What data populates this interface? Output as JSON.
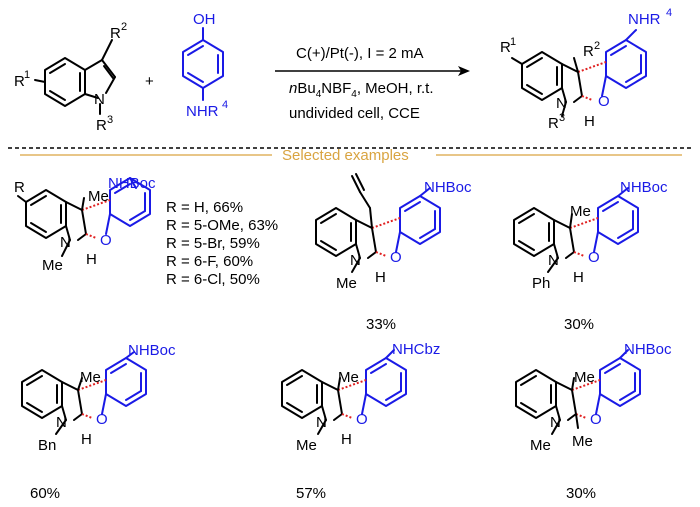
{
  "reaction": {
    "indole_labels": {
      "r1": "R",
      "r1_sup": "1",
      "r2": "R",
      "r2_sup": "2",
      "n": "N",
      "r3": "R",
      "r3_sup": "3"
    },
    "plus": "+",
    "phenol_labels": {
      "oh": "OH",
      "nh": "NHR",
      "nh_sup": "4"
    },
    "conditions": {
      "line1": "C(+)/Pt(-), I = 2 mA",
      "line2_prefix": "n",
      "line2_main": "Bu",
      "line2_sub1": "4",
      "line2_mid": "NBF",
      "line2_sub2": "4",
      "line2_rest": ", MeOH, r.t.",
      "line3": "undivided cell, CCE"
    },
    "product_labels": {
      "nhr": "NHR",
      "nhr_sup": "4",
      "r1": "R",
      "r1_sup": "1",
      "r2": "R",
      "r2_sup": "2",
      "n": "N",
      "r3": "R",
      "r3_sup": "3",
      "o": "O",
      "h": "H"
    }
  },
  "section_title": "Selected examples",
  "examples": [
    {
      "top": "NHBoc",
      "me": "Me",
      "n": "N",
      "o": "O",
      "h": "H",
      "nsub": "Me",
      "r": "R",
      "r_list": [
        "R = H, 66%",
        "R = 5-OMe, 63%",
        "R = 5-Br, 59%",
        "R = 6-F, 60%",
        "R = 6-Cl, 50%"
      ]
    },
    {
      "top": "NHBoc",
      "n": "N",
      "o": "O",
      "h": "H",
      "nsub": "Me",
      "yield": "33%"
    },
    {
      "top": "NHBoc",
      "me": "Me",
      "n": "N",
      "o": "O",
      "h": "H",
      "nsub": "Ph",
      "yield": "30%"
    },
    {
      "top": "NHBoc",
      "me": "Me",
      "n": "N",
      "o": "O",
      "h": "H",
      "nsub": "Bn",
      "yield": "60%"
    },
    {
      "top": "NHCbz",
      "me": "Me",
      "n": "N",
      "o": "O",
      "h": "H",
      "nsub": "Me",
      "yield": "57%"
    },
    {
      "top": "NHBoc",
      "me": "Me",
      "n": "N",
      "o": "O",
      "h": "Me",
      "nsub": "Me",
      "yield": "30%"
    }
  ],
  "colors": {
    "product_ring": "#1a1ae6",
    "bond_highlight": "#e02020",
    "section": "#d9a441",
    "text": "#000000"
  }
}
